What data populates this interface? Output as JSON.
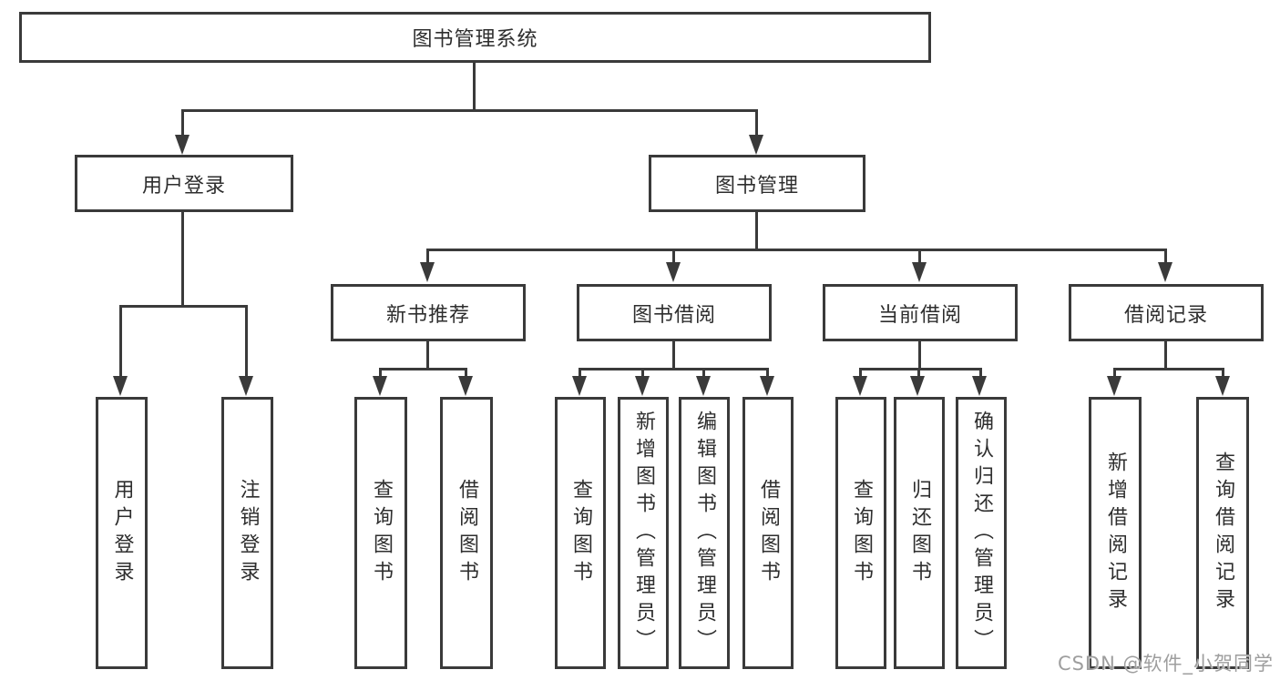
{
  "tree": {
    "root": {
      "label": "图书管理系统"
    },
    "user_login": {
      "label": "用户登录",
      "children": [
        {
          "label": "用户登录"
        },
        {
          "label": "注销登录"
        }
      ]
    },
    "book_mgmt": {
      "label": "图书管理",
      "sections": [
        {
          "label": "新书推荐",
          "children": [
            {
              "label": "查询图书"
            },
            {
              "label": "借阅图书"
            }
          ]
        },
        {
          "label": "图书借阅",
          "children": [
            {
              "label": "查询图书"
            },
            {
              "label": "新增图书（管理员）"
            },
            {
              "label": "编辑图书（管理员）"
            },
            {
              "label": "借阅图书"
            }
          ]
        },
        {
          "label": "当前借阅",
          "children": [
            {
              "label": "查询图书"
            },
            {
              "label": "归还图书"
            },
            {
              "label": "确认归还（管理员）"
            }
          ]
        },
        {
          "label": "借阅记录",
          "children": [
            {
              "label": "新增借阅记录"
            },
            {
              "label": "查询借阅记录"
            }
          ]
        }
      ]
    }
  },
  "watermark": {
    "text": "CSDN @软件_小贺同学"
  },
  "colors": {
    "line": "#3a3a3a",
    "text": "#2e2e2e",
    "background": "#ffffff",
    "watermark": "#9e9e9e"
  }
}
